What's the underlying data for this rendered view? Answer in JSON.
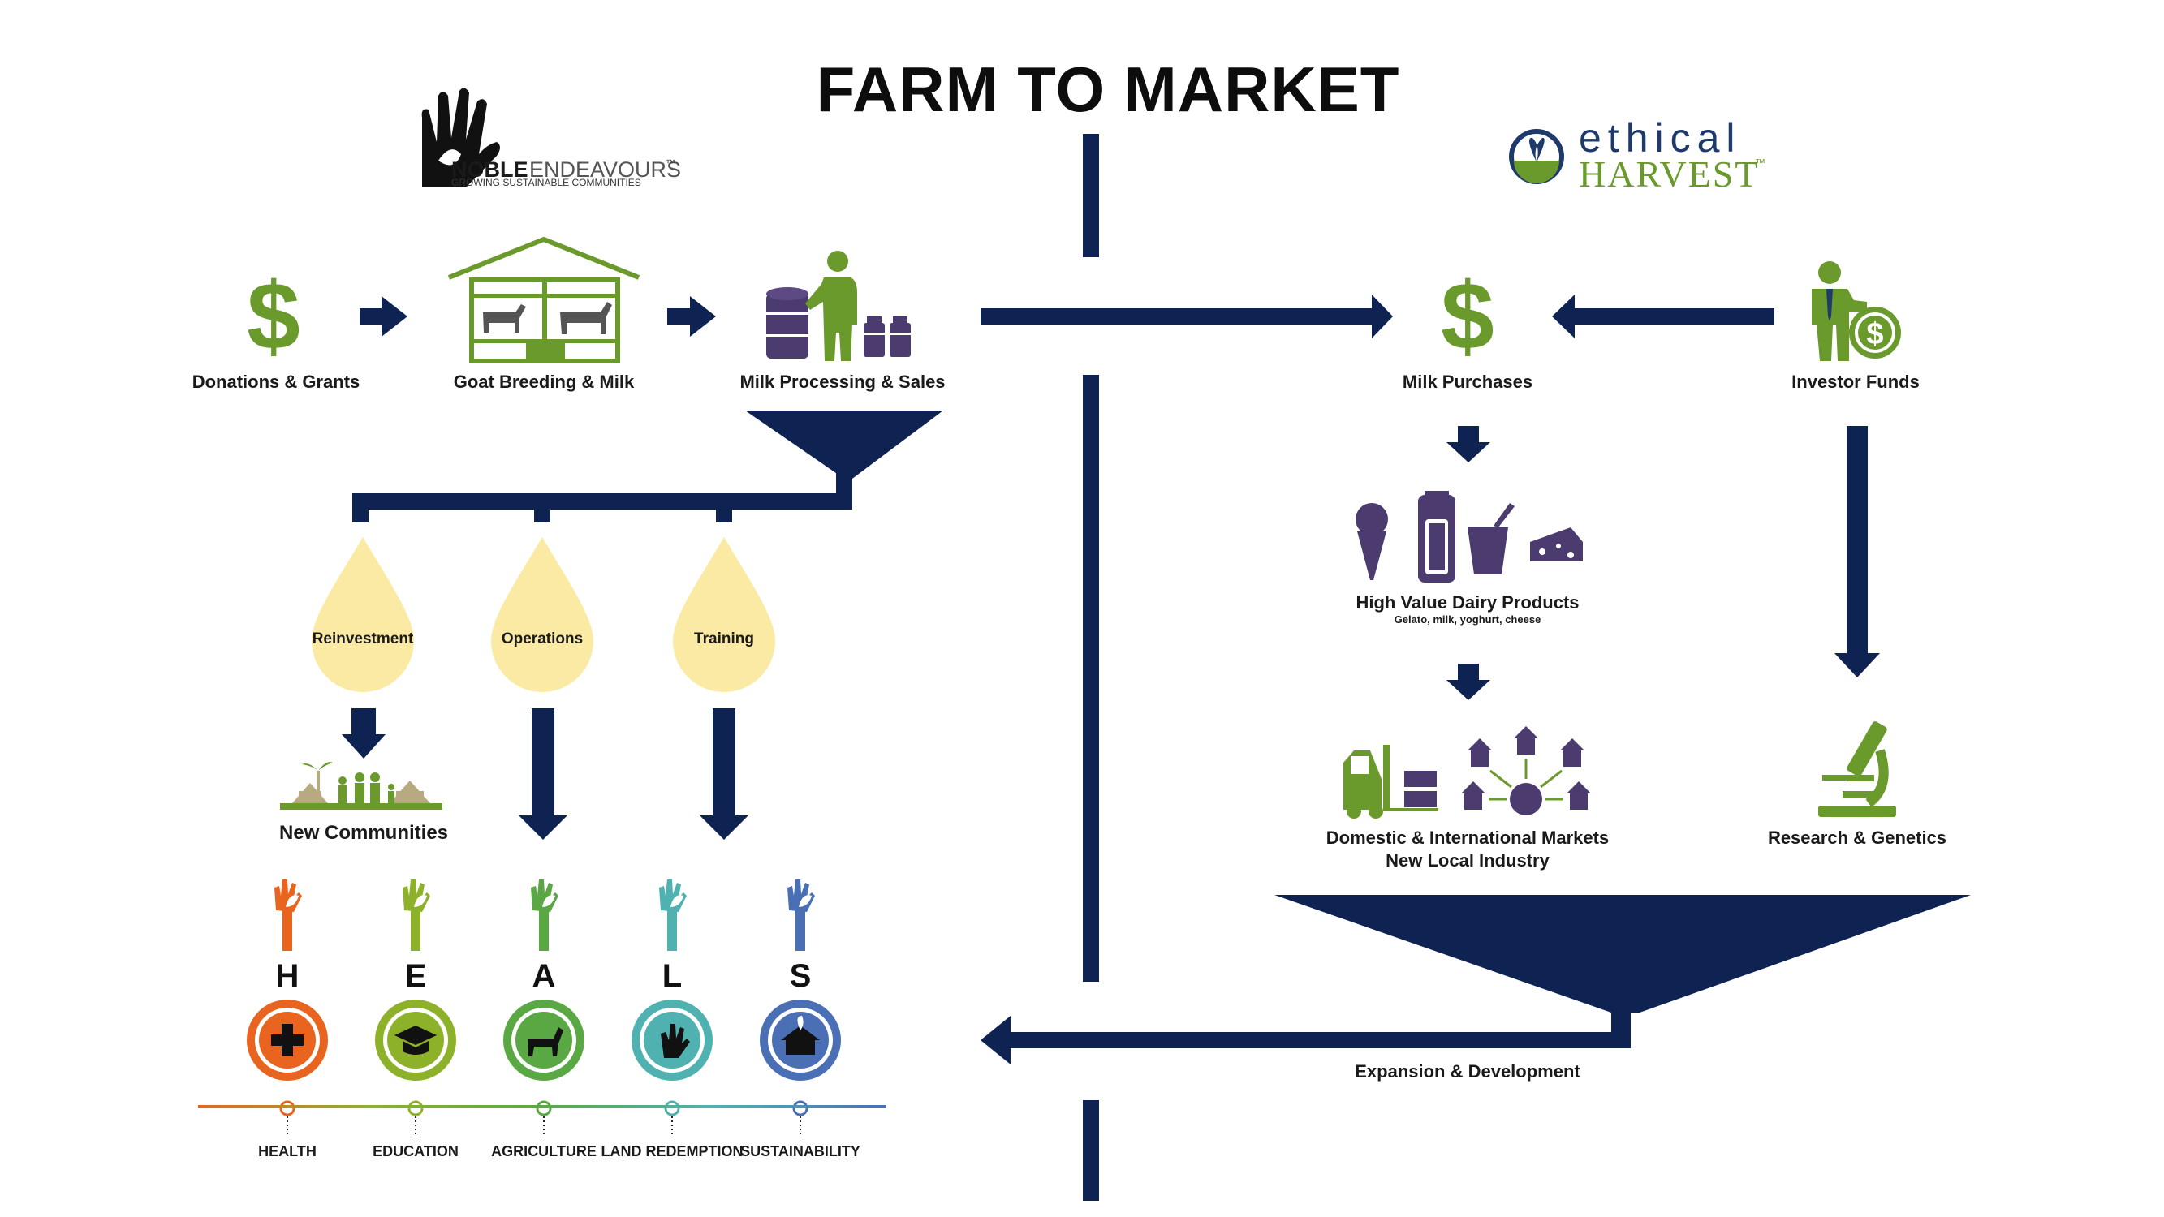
{
  "title": "FARM TO MARKET",
  "colors": {
    "navy": "#0e2352",
    "green": "#6b9a2c",
    "purple": "#4b3b6e",
    "drop": "#faeaa3",
    "tan": "#b8aa80"
  },
  "logos": {
    "noble": {
      "name_bold": "NOBLE",
      "name_light": "ENDEAVOURS",
      "tm": "™",
      "tagline": "GROWING SUSTAINABLE COMMUNITIES"
    },
    "ethical": {
      "top": "ethical",
      "bottom": "HARVEST",
      "tm": "™"
    }
  },
  "left_flow": {
    "donations": "Donations & Grants",
    "goat": "Goat Breeding & Milk",
    "processing": "Milk Processing & Sales",
    "drops": [
      "Reinvestment",
      "Operations",
      "Training"
    ],
    "new_communities": "New Communities"
  },
  "right_flow": {
    "milk_purchases": "Milk Purchases",
    "investor": "Investor Funds",
    "dairy_title": "High Value Dairy Products",
    "dairy_sub": "Gelato, milk, yoghurt, cheese",
    "markets_line1": "Domestic & International Markets",
    "markets_line2": "New Local Industry",
    "research": "Research & Genetics",
    "expansion": "Expansion & Development"
  },
  "heals": [
    {
      "letter": "H",
      "caption": "HEALTH",
      "color": "#e8641f",
      "icon": "plus-cross-icon"
    },
    {
      "letter": "E",
      "caption": "EDUCATION",
      "color": "#8db22a",
      "icon": "graduation-cap-icon"
    },
    {
      "letter": "A",
      "caption": "AGRICULTURE",
      "color": "#5aa844",
      "icon": "goat-icon"
    },
    {
      "letter": "L",
      "caption": "LAND REDEMPTION",
      "color": "#4fb2b0",
      "icon": "hand-leaf-icon"
    },
    {
      "letter": "S",
      "caption": "SUSTAINABILITY",
      "color": "#4b6fb4",
      "icon": "sustainable-house-icon"
    }
  ]
}
